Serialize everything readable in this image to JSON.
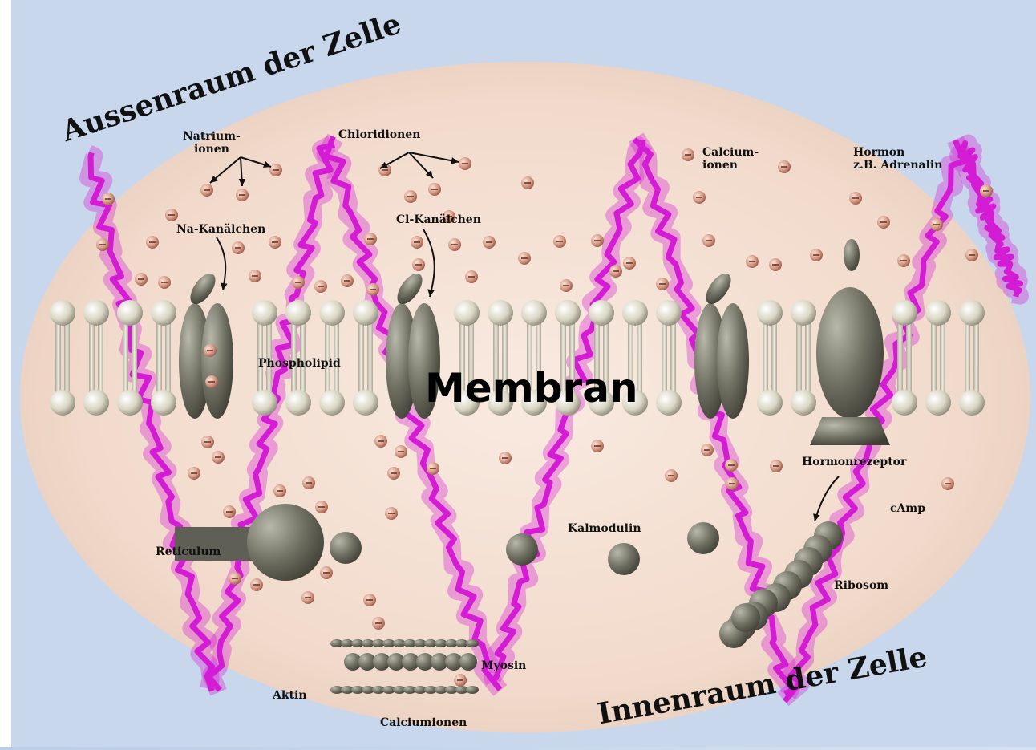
{
  "labels": {
    "outer_space": "Aussenraum der Zelle",
    "inner_space": "Innenraum der Zelle",
    "membrane": "Membran",
    "sodium_ions_1": "Natrium-",
    "sodium_ions_2": "ionen",
    "chloride_ions": "Chloridionen",
    "calcium_ions_1": "Calcium-",
    "calcium_ions_2": "ionen",
    "hormone_1": "Hormon",
    "hormone_2": "z.B. Adrenalin",
    "na_channel": "Na-Kanälchen",
    "cl_channel": "Cl-Kanälchen",
    "phospholipid": "Phospholipid",
    "hormone_receptor": "Hormonrezeptor",
    "camp": "cAmp",
    "reticulum": "Reticulum",
    "calmodulin": "Kalmodulin",
    "ribosome": "Ribosom",
    "myosin": "Myosin",
    "actin": "Aktin",
    "calcium_ions_inner": "Calciumionen"
  },
  "colors": {
    "cell_fill": "#f3ddd0",
    "phospholipid": "#d6d3c2",
    "protein": "#7a7a6c",
    "ion": "#c9826e",
    "zigzag": "#d41cd4"
  }
}
